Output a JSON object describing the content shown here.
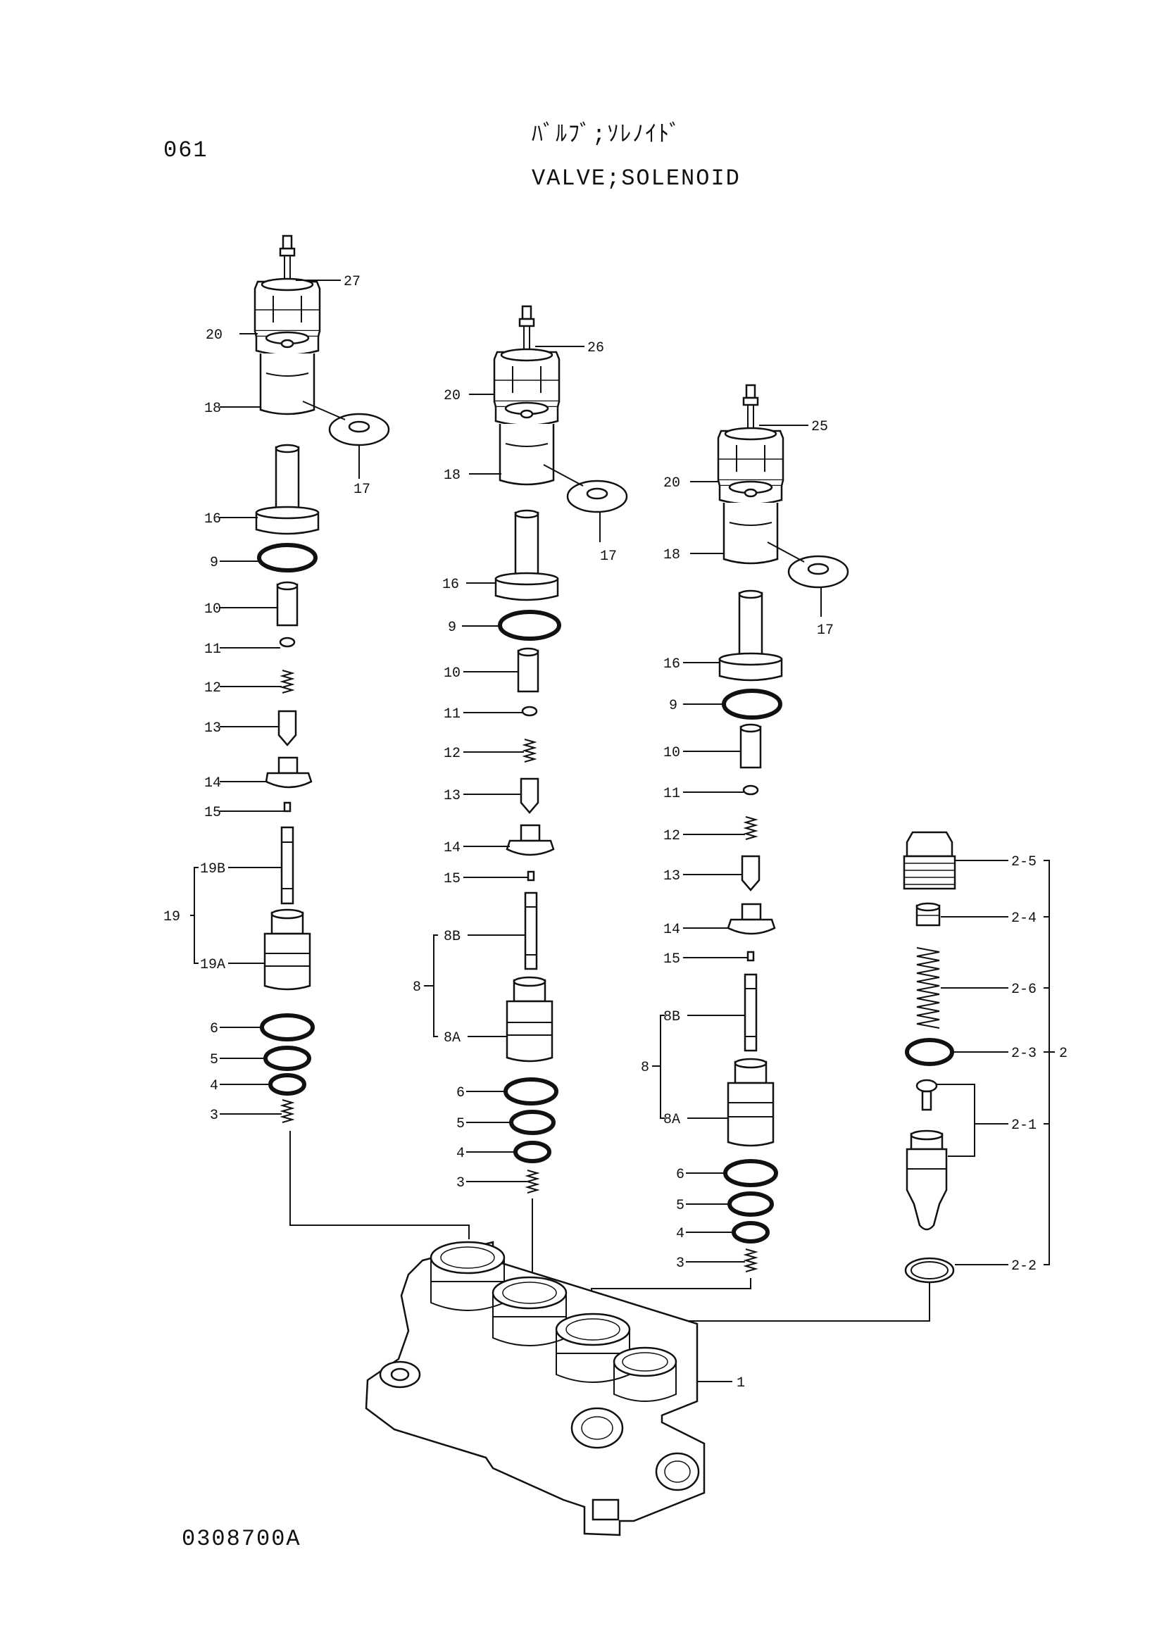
{
  "header": {
    "page_code": "061",
    "title_jp": "ﾊﾞﾙﾌﾞ;ｿﾚﾉｲﾄﾞ",
    "title_en": "VALVE;SOLENOID"
  },
  "footer": {
    "drawing_number": "0308700A"
  },
  "callouts": {
    "a": {
      "p27": "27",
      "p20": "20",
      "p18": "18",
      "p17": "17",
      "p16": "16",
      "p9": "9",
      "p10": "10",
      "p11": "11",
      "p12": "12",
      "p13": "13",
      "p14": "14",
      "p15": "15",
      "p19B": "19B",
      "p19": "19",
      "p19A": "19A",
      "p6": "6",
      "p5": "5",
      "p4": "4",
      "p3": "3"
    },
    "b": {
      "p26": "26",
      "p20": "20",
      "p18": "18",
      "p17": "17",
      "p16": "16",
      "p9": "9",
      "p10": "10",
      "p11": "11",
      "p12": "12",
      "p13": "13",
      "p14": "14",
      "p15": "15",
      "p8B": "8B",
      "p8": "8",
      "p8A": "8A",
      "p6": "6",
      "p5": "5",
      "p4": "4",
      "p3": "3"
    },
    "c": {
      "p25": "25",
      "p20": "20",
      "p18": "18",
      "p17": "17",
      "p16": "16",
      "p9": "9",
      "p10": "10",
      "p11": "11",
      "p12": "12",
      "p13": "13",
      "p14": "14",
      "p15": "15",
      "p8B": "8B",
      "p8": "8",
      "p8A": "8A",
      "p6": "6",
      "p5": "5",
      "p4": "4",
      "p3": "3"
    },
    "d": {
      "p2_5": "2-5",
      "p2_4": "2-4",
      "p2_6": "2-6",
      "p2_3": "2-3",
      "p2": "2",
      "p2_1": "2-1",
      "p2_2": "2-2"
    },
    "body": {
      "p1": "1"
    }
  }
}
